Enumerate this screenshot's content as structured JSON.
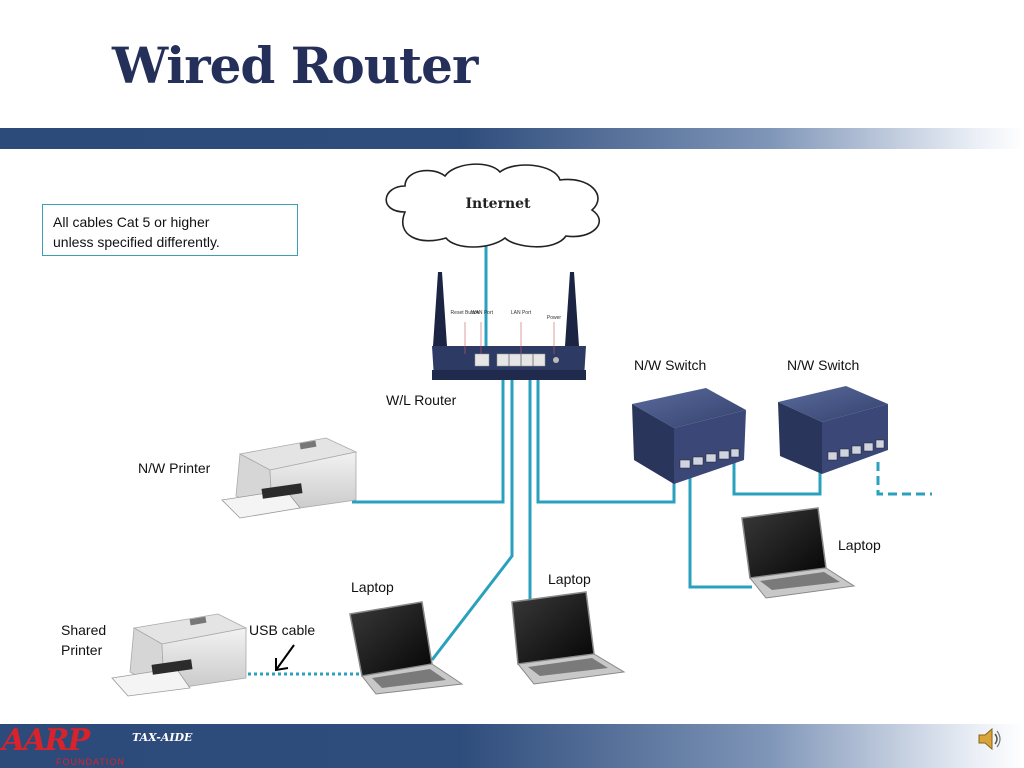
{
  "slide": {
    "title": "Wired Router"
  },
  "note": {
    "line1": "All cables Cat 5 or higher",
    "line2": "unless specified differently."
  },
  "diagram": {
    "cloud_label": "Internet",
    "router_label": "W/L Router",
    "switch1_label": "N/W Switch",
    "switch2_label": "N/W Switch",
    "nw_printer_label": "N/W Printer",
    "laptop_label_center": "Laptop",
    "laptop_label_left": "Laptop",
    "laptop_label_right": "Laptop",
    "shared_printer_line1": "Shared",
    "shared_printer_line2": "Printer",
    "usb_label": "USB cable",
    "router_ports": {
      "reset": "Reset Button",
      "wan": "WAN Port",
      "lan": "LAN Port",
      "power": "Power"
    }
  },
  "footer": {
    "logo": "AARP",
    "logo_sub": "FOUNDATION",
    "program": "TAX-AIDE",
    "speaker_icon": "speaker-icon"
  },
  "colors": {
    "title": "#24305a",
    "band": "#2c4a7a",
    "cable": "#2aa0bf",
    "device_dark": "#2d3a63",
    "logo_red": "#d8232a"
  }
}
